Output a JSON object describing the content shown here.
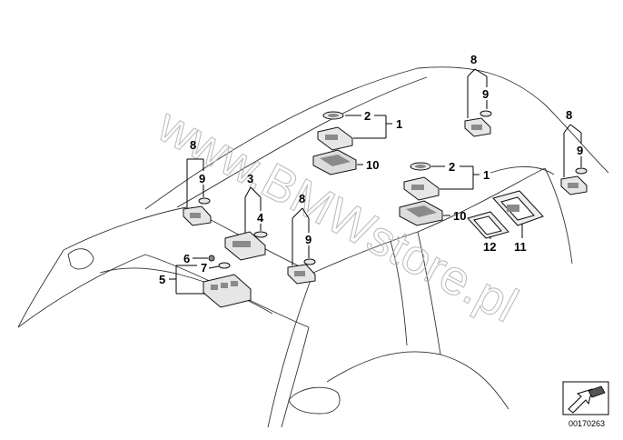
{
  "watermark": "www.BMWstore.pl",
  "document_number": "00170263",
  "callouts": {
    "c1a": "1",
    "c1b": "1",
    "c2a": "2",
    "c2b": "2",
    "c3": "3",
    "c4": "4",
    "c5": "5",
    "c6": "6",
    "c7": "7",
    "c8a": "8",
    "c8b": "8",
    "c8c": "8",
    "c8d": "8",
    "c9a": "9",
    "c9b": "9",
    "c9c": "9",
    "c9d": "9",
    "c10a": "10",
    "c10b": "10",
    "c11": "11",
    "c12": "12"
  },
  "colors": {
    "line": "#000000",
    "part_fill": "#e6e6e6",
    "part_dark": "#8a8a8a",
    "watermark": "#b8b8b8"
  }
}
